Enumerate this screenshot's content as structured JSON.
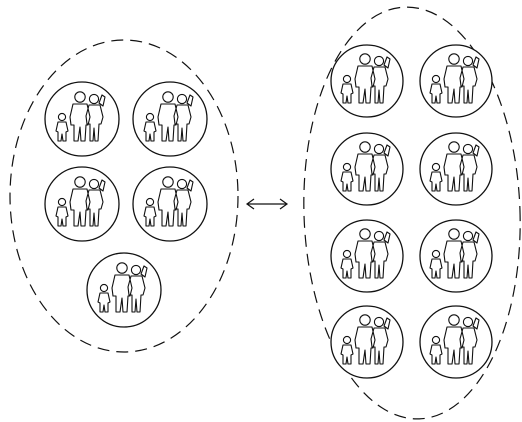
{
  "diagram": {
    "groups": [
      {
        "id": "left",
        "family_count": 5
      },
      {
        "id": "right",
        "family_count": 8
      }
    ],
    "connector": {
      "type": "double-arrow",
      "glyph": "⟷"
    },
    "icon": "family-silhouette-icon",
    "colors": {
      "stroke": "#111111",
      "background": "#ffffff"
    }
  }
}
